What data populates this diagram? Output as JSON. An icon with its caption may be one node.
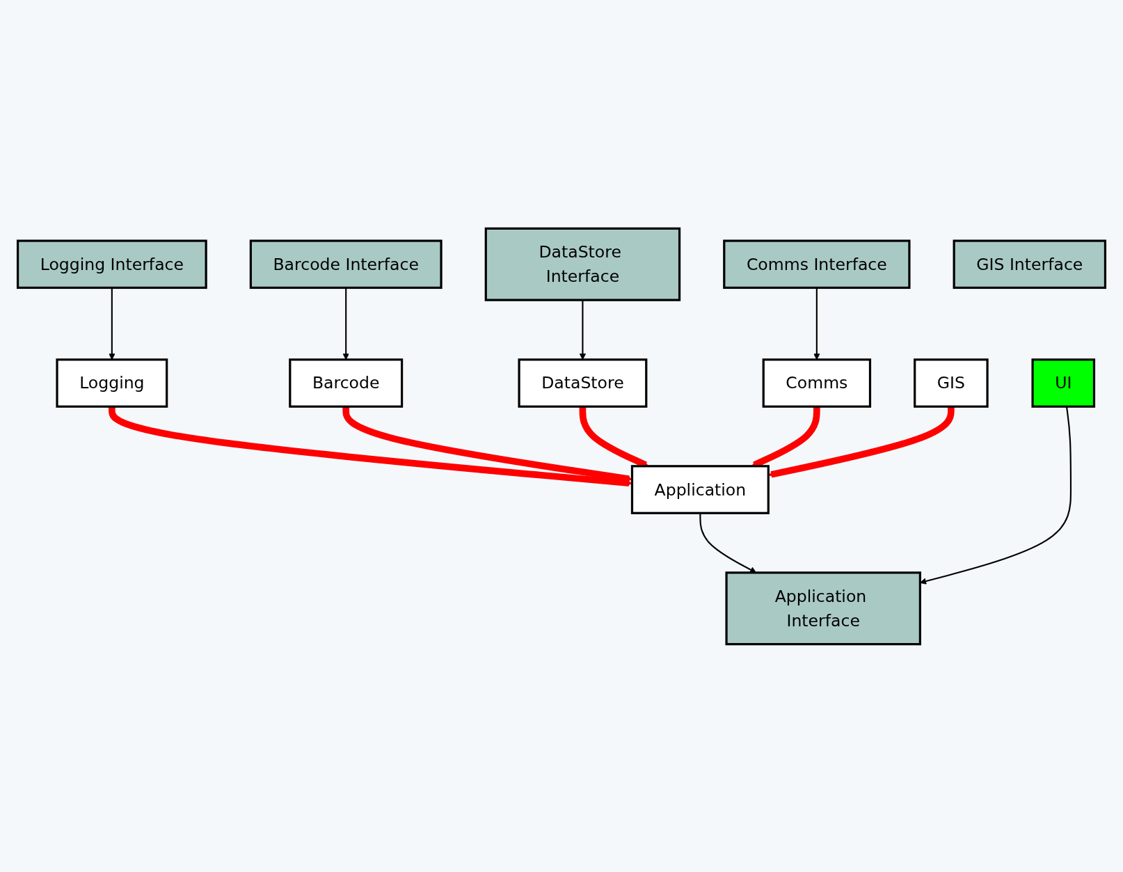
{
  "diagram": {
    "nodes": [
      {
        "text": [
          "UI"
        ]
      },
      {
        "text": [
          "Application Interface"
        ]
      },
      {
        "text": [
          "Comms"
        ]
      },
      {
        "text": [
          "DataStore"
        ]
      },
      {
        "text": [
          "Comms Interface"
        ]
      },
      {
        "text": [
          "DataStore Interface"
        ]
      },
      {
        "text": [
          "Application"
        ]
      },
      {
        "text": [
          "Barcode Interface"
        ]
      },
      {
        "text": [
          "Logging Interface"
        ]
      },
      {
        "text": [
          "GIS Interface"
        ]
      },
      {
        "text": [
          "Barcode"
        ]
      },
      {
        "text": [
          "Logging"
        ]
      },
      {
        "text": [
          "GIS"
        ]
      }
    ],
    "edges": [
      {
        "from": 0,
        "to": 1,
        "arrow": "to"
      },
      {
        "from": 6,
        "to": 1,
        "arrow": "to"
      },
      {
        "from": 4,
        "to": 2,
        "arrow": "to"
      },
      {
        "from": 5,
        "to": 3,
        "arrow": "to"
      },
      {
        "from": 7,
        "to": 10,
        "arrow": "to"
      },
      {
        "from": 8,
        "to": 11,
        "arrow": "to"
      },
      {
        "from": 2,
        "to": 6,
        "arrow": "to",
        "style": "thick",
        "color": "#ff0000"
      },
      {
        "from": 3,
        "to": 6,
        "arrow": "to",
        "style": "thick",
        "color": "#ff0000"
      },
      {
        "from": 10,
        "to": 6,
        "arrow": "to",
        "style": "thick",
        "color": "#ff0000"
      },
      {
        "from": 11,
        "to": 6,
        "arrow": "to",
        "style": "thick",
        "color": "#ff0000"
      },
      {
        "from": 12,
        "to": 6,
        "arrow": "to",
        "style": "thick",
        "color": "#ff0000"
      }
    ]
  }
}
